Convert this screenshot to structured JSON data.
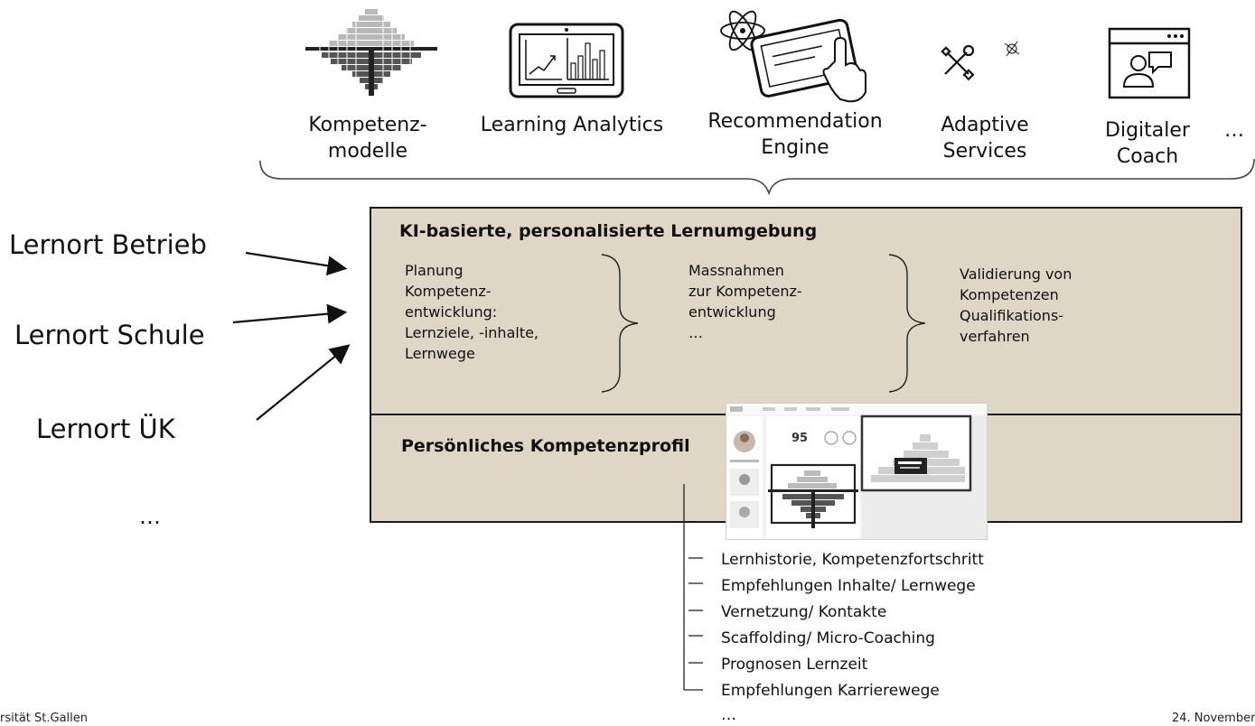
{
  "top_tools": [
    {
      "label_line1": "Kompetenz-",
      "label_line2": "modelle",
      "icon": "competence-pyramid-icon"
    },
    {
      "label_line1": "Learning Analytics",
      "label_line2": "",
      "icon": "tablet-chart-icon"
    },
    {
      "label_line1": "Recommendation",
      "label_line2": "Engine",
      "icon": "tablet-touch-icon"
    },
    {
      "label_line1": "Adaptive",
      "label_line2": "Services",
      "icon": "tools-icon"
    },
    {
      "label_line1": "Digitaler",
      "label_line2": "Coach",
      "icon": "coach-window-icon"
    },
    {
      "label_line1": "…",
      "label_line2": "",
      "icon": ""
    }
  ],
  "lernorte": {
    "betrieb": "Lernort Betrieb",
    "schule": "Lernort Schule",
    "uek": "Lernort ÜK",
    "more": "…"
  },
  "environment": {
    "title": "KI-basierte, personalisierte Lernumgebung",
    "col1": [
      "Planung",
      "Kompetenz-",
      "entwicklung:",
      "Lernziele, -inhalte,",
      "Lernwege"
    ],
    "col2": [
      "Massnahmen",
      "zur Kompetenz-",
      "entwicklung",
      "…"
    ],
    "col3": [
      "Validierung von",
      "Kompetenzen",
      "Qualifikations-",
      "verfahren"
    ]
  },
  "profile": {
    "title": "Persönliches Kompetenzprofil",
    "screenshot_score": "95",
    "items": [
      "Lernhistorie, Kompetenzfortschritt",
      "Empfehlungen Inhalte/ Lernwege",
      "Vernetzung/ Kontakte",
      "Scaffolding/ Micro-Coaching",
      "Prognosen Lernzeit",
      "Empfehlungen Karrierewege",
      "…"
    ]
  },
  "footer": {
    "left": "rsität St.Gallen",
    "right": "24. November"
  }
}
